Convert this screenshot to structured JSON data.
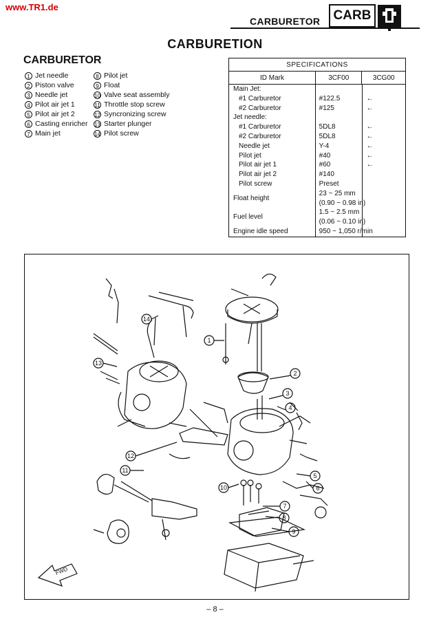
{
  "site_url": "www.TR1.de",
  "header": {
    "section": "CARBURETOR",
    "badge": "CARB",
    "badge_icon": "carburetor-icon"
  },
  "main_title": "CARBURETION",
  "sub_title": "CARBURETOR",
  "legend": {
    "col1": [
      {
        "n": "1",
        "label": "Jet needle"
      },
      {
        "n": "2",
        "label": "Piston valve"
      },
      {
        "n": "3",
        "label": "Needle jet"
      },
      {
        "n": "4",
        "label": "Pilot air jet 1"
      },
      {
        "n": "5",
        "label": "Pilot air jet 2"
      },
      {
        "n": "6",
        "label": "Casting enricher"
      },
      {
        "n": "7",
        "label": "Main jet"
      }
    ],
    "col2": [
      {
        "n": "8",
        "label": "Pilot jet"
      },
      {
        "n": "9",
        "label": "Float"
      },
      {
        "n": "10",
        "label": "Valve seat assembly"
      },
      {
        "n": "11",
        "label": "Throttle stop screw"
      },
      {
        "n": "12",
        "label": "Syncronizing screw"
      },
      {
        "n": "13",
        "label": "Starter plunger"
      },
      {
        "n": "14",
        "label": "Pilot screw"
      }
    ]
  },
  "specs": {
    "title": "SPECIFICATIONS",
    "col_headers": [
      "ID Mark",
      "3CF00",
      "3CG00"
    ],
    "rows": [
      {
        "label": "Main Jet:",
        "v1": "",
        "v2": ""
      },
      {
        "label": "#1 Carburetor",
        "v1": "#122.5",
        "v2": "←"
      },
      {
        "label": "#2 Carburetor",
        "v1": "#125",
        "v2": "←"
      },
      {
        "label": "Jet needle:",
        "v1": "",
        "v2": ""
      },
      {
        "label": "#1 Carburetor",
        "v1": "5DL8",
        "v2": "←"
      },
      {
        "label": "#2 Carburetor",
        "v1": "5DL8",
        "v2": "←"
      },
      {
        "label": "Needle jet",
        "v1": "Y-4",
        "v2": "←"
      },
      {
        "label": "Pilot jet",
        "v1": "#40",
        "v2": "←"
      },
      {
        "label": "Pilot air jet 1",
        "v1": "#60",
        "v2": "←"
      },
      {
        "label": "Pilot air jet 2",
        "v1": "#140",
        "v2": ""
      },
      {
        "label": "Pilot screw",
        "v1": "Preset",
        "v2": ""
      }
    ],
    "float_height": {
      "label": "Float height",
      "v1a": "23 ~ 25 mm",
      "v1b": "(0.90 ~ 0.98 in)"
    },
    "fuel_level": {
      "label": "Fuel level",
      "v1a": "1.5 ~ 2.5 mm",
      "v1b": "(0.06 ~ 0.10 in)"
    },
    "idle": {
      "label": "Engine idle speed",
      "v1": "950 ~ 1,050 r/min"
    }
  },
  "diagram": {
    "callouts": [
      "1",
      "2",
      "3",
      "4",
      "5",
      "6",
      "7",
      "8",
      "9",
      "10",
      "11",
      "12",
      "13",
      "14"
    ],
    "fwd_label": "FWD"
  },
  "page_number": "– 8 –"
}
